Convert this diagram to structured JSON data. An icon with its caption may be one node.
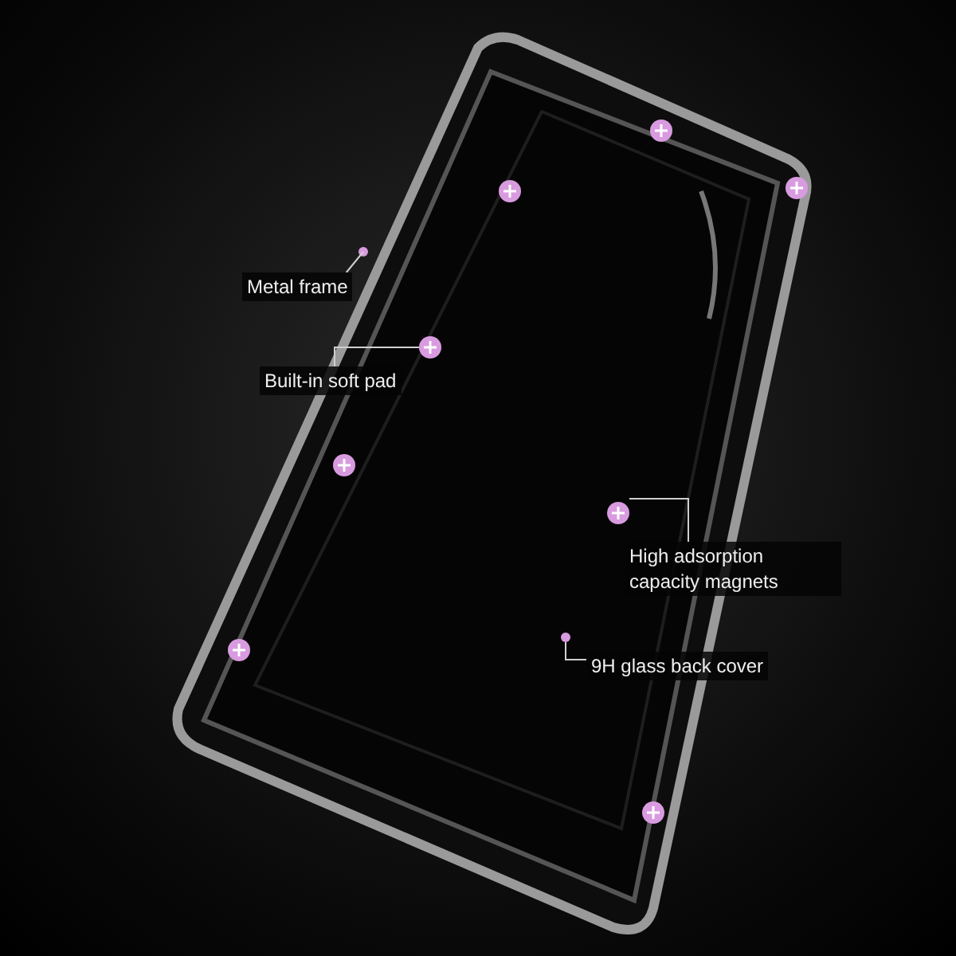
{
  "diagram": {
    "nodes": [
      {
        "text": [
          "Metal frame"
        ]
      },
      {
        "text": [
          "Built-in soft pad"
        ]
      },
      {
        "text": [
          "High adsorption capacity magnets"
        ]
      },
      {
        "text": [
          "9H glass back cover"
        ]
      }
    ],
    "edges": [
      {
        "from": 0,
        "to": null,
        "arrow": "none"
      },
      {
        "from": 1,
        "to": null,
        "arrow": "none"
      },
      {
        "from": 2,
        "to": null,
        "arrow": "none"
      },
      {
        "from": 3,
        "to": null,
        "arrow": "none"
      }
    ]
  }
}
